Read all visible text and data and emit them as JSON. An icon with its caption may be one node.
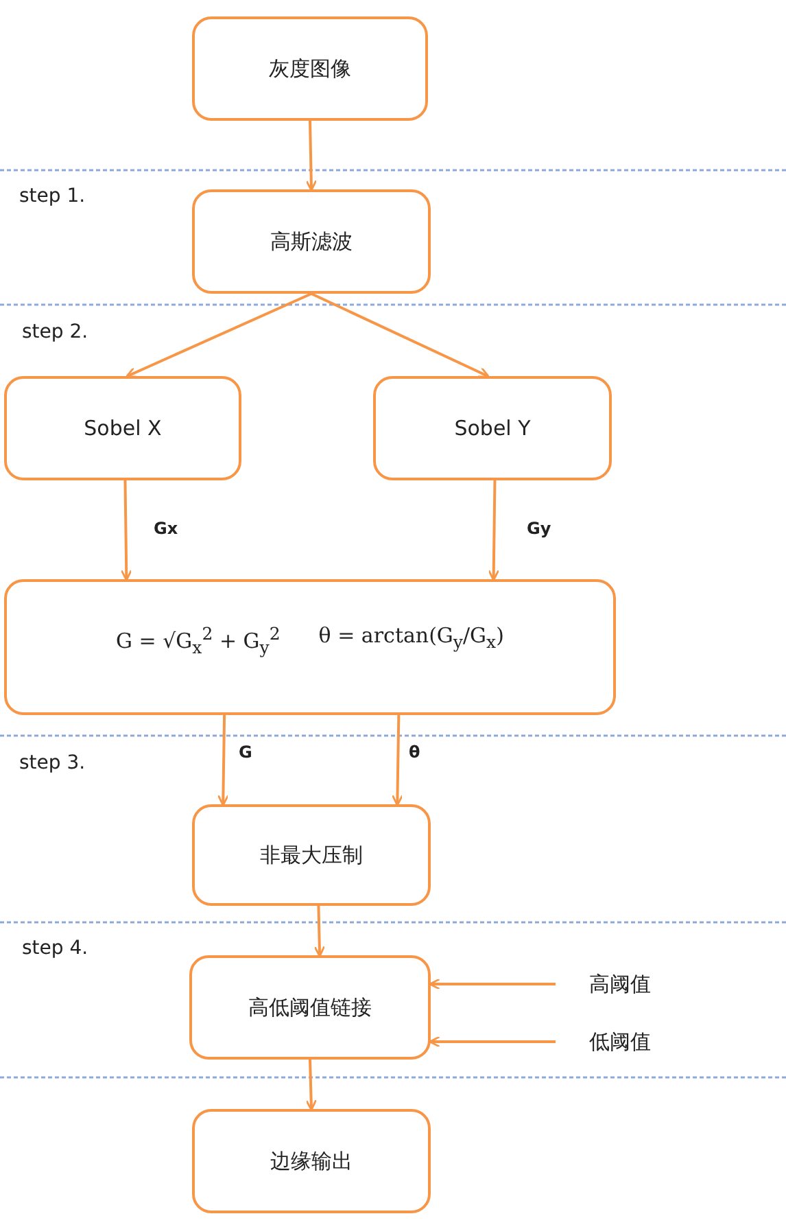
{
  "diagram": {
    "nodes": [
      {
        "text": [
          "灰度图像"
        ]
      },
      {
        "text": [
          "高斯滤波"
        ]
      },
      {
        "text": [
          "Sobel X"
        ]
      },
      {
        "text": [
          "Sobel Y"
        ]
      },
      {
        "text": [
          "G = √G$_{x}$$^{2}$ + G$_{y}$$^{2}$",
          "θ = arctan(G$_{y}$/G$_{x}$)"
        ]
      },
      {
        "text": [
          "非最大压制"
        ]
      },
      {
        "text": [
          "高低阈值链接"
        ]
      },
      {
        "text": [
          "边缘输出"
        ]
      },
      {
        "text": [
          "高阈值"
        ]
      },
      {
        "text": [
          "低阈值"
        ]
      }
    ],
    "edges": [
      {
        "from": 0,
        "to": 1,
        "arrow": "to"
      },
      {
        "from": 1,
        "to": 2,
        "arrow": "to"
      },
      {
        "from": 1,
        "to": 3,
        "arrow": "to"
      },
      {
        "from": 2,
        "to": 4,
        "arrow": "to",
        "label": "Gx"
      },
      {
        "from": 3,
        "to": 4,
        "arrow": "to",
        "label": "Gy"
      },
      {
        "from": 4,
        "to": 5,
        "arrow": "to",
        "label": "G"
      },
      {
        "from": 4,
        "to": 5,
        "arrow": "to",
        "label": "θ"
      },
      {
        "from": 5,
        "to": 6,
        "arrow": "to"
      },
      {
        "from": 8,
        "to": 6,
        "arrow": "to"
      },
      {
        "from": 9,
        "to": 6,
        "arrow": "to"
      },
      {
        "from": 6,
        "to": 7,
        "arrow": "to"
      }
    ],
    "labels": [
      "step 1.",
      "step 2.",
      "step 3.",
      "step 4."
    ]
  }
}
